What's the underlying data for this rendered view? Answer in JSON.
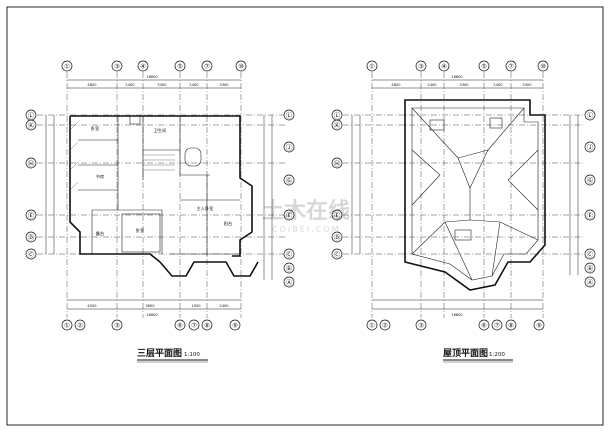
{
  "sheet": {
    "watermark": "土木在线",
    "watermark_sub": "COIBEI.COM"
  },
  "plans": [
    {
      "title": "三层平面图",
      "scale": "1:100",
      "axes_top": [
        "①",
        "③",
        "④",
        "⑤",
        "⑦",
        "⑩"
      ],
      "axes_bottom": [
        "①",
        "②",
        "③",
        "⑥",
        "⑦",
        "⑧",
        "⑨"
      ],
      "axes_left": [
        "Ⓛ",
        "Ⓚ",
        "Ⓗ",
        "Ⓔ",
        "Ⓓ",
        "Ⓒ"
      ],
      "axes_right": [
        "Ⓛ",
        "Ⓙ",
        "Ⓖ",
        "Ⓔ",
        "Ⓒ",
        "Ⓑ",
        "Ⓐ"
      ]
    },
    {
      "title": "屋顶平面图",
      "scale": "1:200",
      "axes_top": [
        "①",
        "③",
        "④",
        "⑤",
        "⑦",
        "⑩"
      ],
      "axes_bottom": [
        "①",
        "②",
        "③",
        "⑥",
        "⑦",
        "⑧",
        "⑨"
      ],
      "axes_left": [
        "Ⓛ",
        "Ⓚ",
        "Ⓗ",
        "Ⓔ",
        "Ⓓ",
        "Ⓒ"
      ],
      "axes_right": [
        "Ⓛ",
        "Ⓙ",
        "Ⓖ",
        "Ⓔ",
        "Ⓒ",
        "Ⓑ",
        "Ⓐ"
      ]
    }
  ]
}
